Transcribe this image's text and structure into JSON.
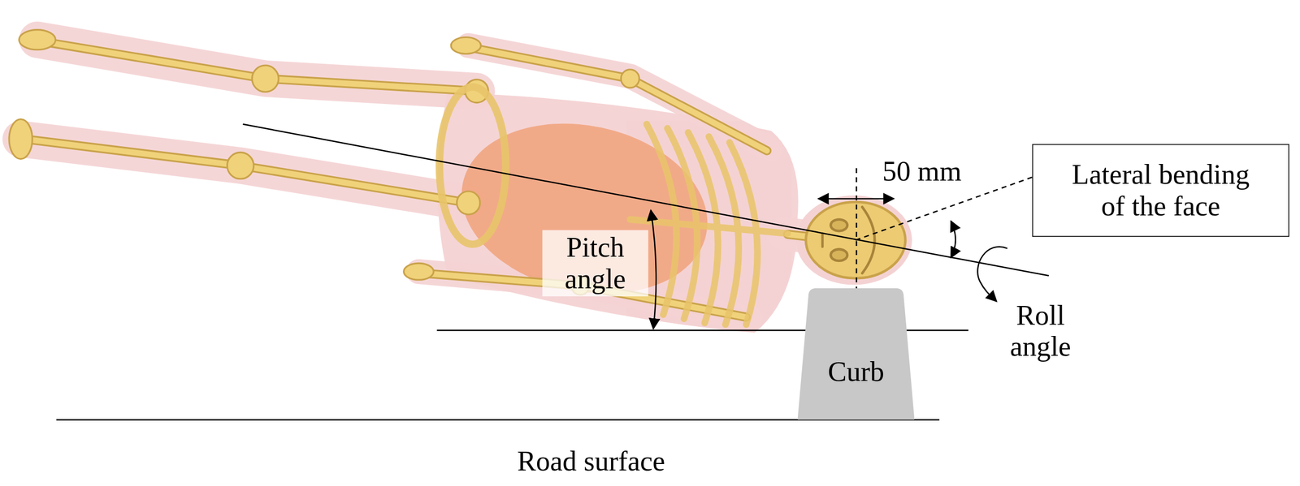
{
  "diagram": {
    "nodes": [
      {
        "text": [
          "Lateral bending of the face"
        ]
      },
      {
        "text": [
          "Curb"
        ]
      }
    ],
    "labels": [
      "50 mm",
      "Pitch angle",
      "Roll angle",
      "Road surface"
    ]
  }
}
